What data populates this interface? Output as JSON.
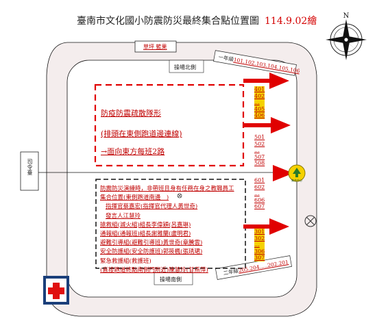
{
  "title": "臺南市文化國小防震防災最終集合點位置圖",
  "date": "114.9.02繪",
  "compass_letter": "N",
  "top_box_label": "草坪 籃果",
  "north_field": "操場北側",
  "south_field": "操場南側",
  "command_station": "司令臺",
  "tag_north": {
    "prefix": "一年級",
    "classes": "101.102.103.104.105.106"
  },
  "tag_south": {
    "prefix": "二年級",
    "classes": "205.204.....202.201"
  },
  "route_lines": [
    "防疫防震疏散隊形",
    "(排頭在東側跑道邊連線)",
    "→面向東方每班2路"
  ],
  "class_columns": {
    "c400": [
      "401",
      "402",
      "...",
      "405",
      "406"
    ],
    "c500": [
      "501",
      "502",
      "...",
      "507",
      "508"
    ],
    "c600": [
      "601",
      "602",
      "...",
      "606",
      "607"
    ],
    "c300": [
      "301",
      "302",
      "...",
      "306",
      "307"
    ]
  },
  "assembly_marker": {
    "label": "集合中心",
    "color": "#f5d100"
  },
  "duty_notes": [
    "防震防災演練時，非帶班且身有任務在身之教職員工",
    "集合位置(東側跑道南邊　)",
    "指揮官蔡嘉宏(指揮官代理人黃世奇)",
    "發言人江慧玲",
    "搶救組(滅火組)組長李偉穎(呂嘉琳)",
    "通報組(通報班)組長謝雅蘭(盧明君)",
    "避難引導組(避難引導班)黃世奇(章騰雲)",
    "安全防護組(安全防護班)郭筱楓(張琇珺)",
    "緊急救護組(救護班)",
    "(直接跑道終點南側門附近)陳慧玲(甘燕萍)"
  ],
  "colors": {
    "accent": "#dd0000",
    "text": "#c00000",
    "wall": "#f4eded"
  }
}
